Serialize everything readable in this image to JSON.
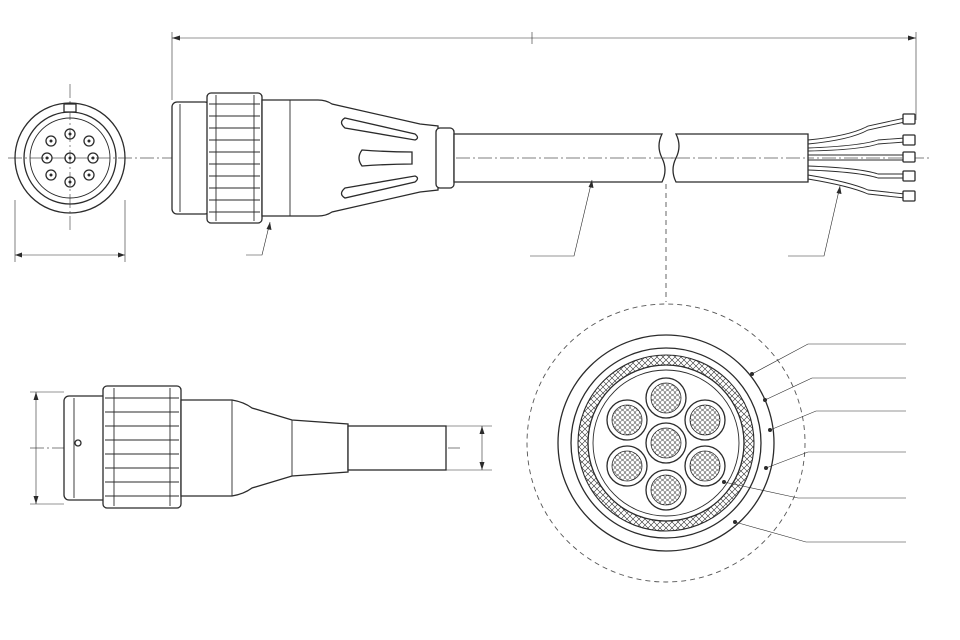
{
  "drawing": {
    "colors": {
      "line": "#2b2b2b",
      "centerline": "#555555",
      "background": "#ffffff"
    },
    "views": [
      "connector-front-view",
      "cable-assembly-side-view",
      "connector-body-side-view",
      "cable-cross-section-detail"
    ],
    "leader_count": 9,
    "pin_count": 8,
    "conductor_count": 7,
    "wire_count": 5
  }
}
